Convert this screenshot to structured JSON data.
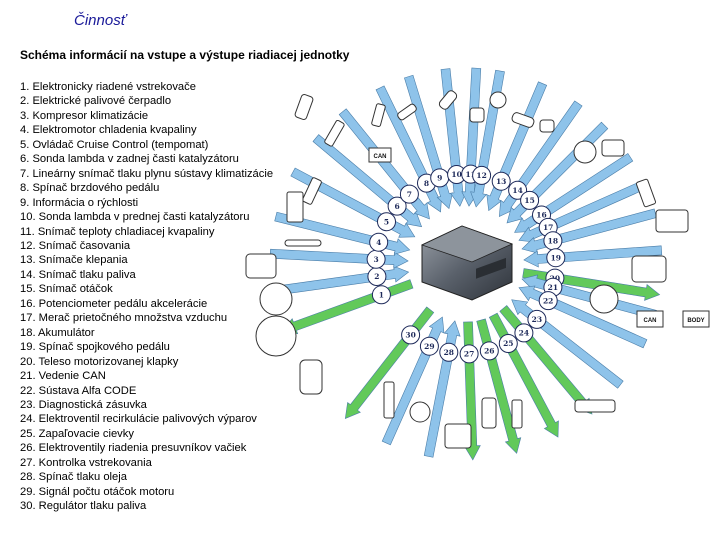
{
  "title": "Činnosť",
  "subtitle": "Schéma informácií na vstupe a výstupe riadiacej jednotky",
  "legend": [
    "1. Elektronicky riadené vstrekovače",
    "2. Elektrické palivové čerpadlo",
    "3. Kompresor klimatizácie",
    "4. Elektromotor chladenia kvapaliny",
    "5. Ovládač Cruise Control (tempomat)",
    "6. Sonda lambda v zadnej časti katalyzátoru",
    "7. Lineárny snímač tlaku plynu sústavy klimatizácie",
    "8. Spínač brzdového pedálu",
    "9. Informácia o rýchlosti",
    "10. Sonda lambda v prednej časti katalyzátoru",
    "11. Snímač teploty chladiacej kvapaliny",
    "12. Snímač časovania",
    "13. Snímače klepania",
    "14. Snímač tlaku paliva",
    "15. Snímač otáčok",
    "16. Potenciometer pedálu akcelerácie",
    "17. Merač prietočného množstva vzduchu",
    "18. Akumulátor",
    "19. Spínač spojkového pedálu",
    "20. Teleso motorizovanej klapky",
    "21. Vedenie CAN",
    "22. Sústava Alfa CODE",
    "23. Diagnostická zásuvka",
    "24. Elektroventil recirkulácie palivových výparov",
    "25. Zapaľovacie cievky",
    "26. Elektroventily riadenia presuvníkov vačiek",
    "27. Kontrolka vstrekovania",
    "28. Spínač tlaku oleja",
    "29. Signál počtu otáčok motoru",
    "30. Regulátor tlaku paliva"
  ],
  "badges": {
    "can1": "CAN",
    "can2": "CAN",
    "body": "BODY"
  },
  "colors": {
    "input_arrow": "#8ec3ea",
    "output_arrow": "#62c95a",
    "arrow_outline": "#4a7da8"
  },
  "arrows": [
    {
      "label": "1",
      "angle": 200,
      "dir": "out"
    },
    {
      "label": "2",
      "angle": 188,
      "dir": "in"
    },
    {
      "label": "3",
      "angle": 177,
      "dir": "in"
    },
    {
      "label": "4",
      "angle": 166,
      "dir": "in"
    },
    {
      "label": "5",
      "angle": 152,
      "dir": "in"
    },
    {
      "label": "6",
      "angle": 140,
      "dir": "in"
    },
    {
      "label": "7",
      "angle": 129,
      "dir": "in"
    },
    {
      "label": "8",
      "angle": 116,
      "dir": "in"
    },
    {
      "label": "9",
      "angle": 107,
      "dir": "in"
    },
    {
      "label": "10",
      "angle": 96,
      "dir": "in"
    },
    {
      "label": "11",
      "angle": 87,
      "dir": "in"
    },
    {
      "label": "12",
      "angle": 80,
      "dir": "in"
    },
    {
      "label": "13",
      "angle": 67,
      "dir": "in"
    },
    {
      "label": "14",
      "angle": 55,
      "dir": "in"
    },
    {
      "label": "15",
      "angle": 45,
      "dir": "in"
    },
    {
      "label": "16",
      "angle": 33,
      "dir": "in"
    },
    {
      "label": "17",
      "angle": 24,
      "dir": "in"
    },
    {
      "label": "18",
      "angle": 15,
      "dir": "in"
    },
    {
      "label": "19",
      "angle": 4,
      "dir": "in"
    },
    {
      "label": "20",
      "angle": -9,
      "dir": "out"
    },
    {
      "label": "21",
      "angle": -15,
      "dir": "in"
    },
    {
      "label": "22",
      "angle": -24,
      "dir": "in"
    },
    {
      "label": "23",
      "angle": -38,
      "dir": "in"
    },
    {
      "label": "24",
      "angle": -50,
      "dir": "out"
    },
    {
      "label": "25",
      "angle": -62,
      "dir": "out"
    },
    {
      "label": "26",
      "angle": -75,
      "dir": "out"
    },
    {
      "label": "27",
      "angle": -88,
      "dir": "out"
    },
    {
      "label": "28",
      "angle": -101,
      "dir": "in"
    },
    {
      "label": "29",
      "angle": -114,
      "dir": "in"
    },
    {
      "label": "30",
      "angle": -128,
      "dir": "out"
    }
  ]
}
